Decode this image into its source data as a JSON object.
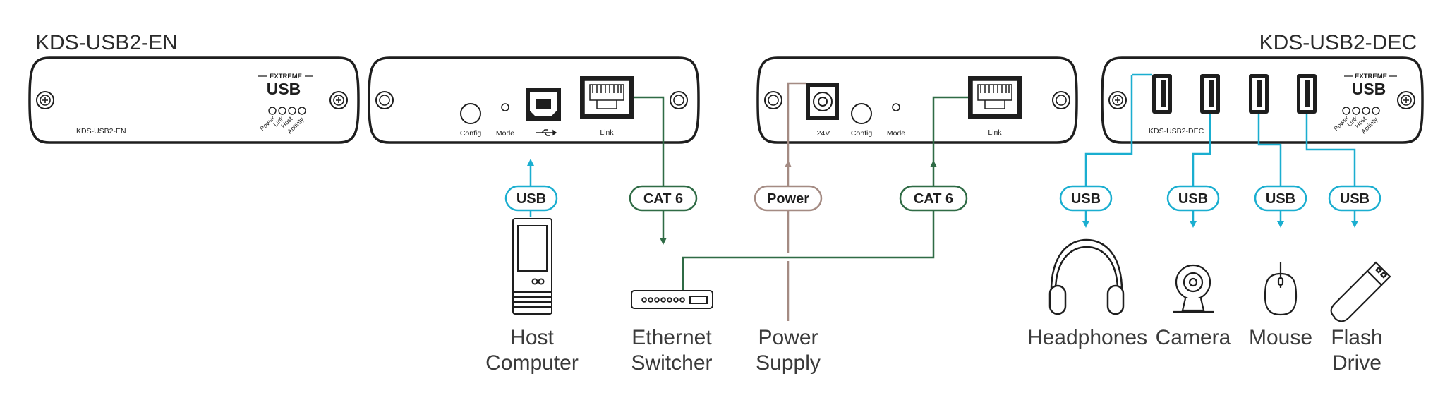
{
  "encoder": {
    "title": "KDS-USB2-EN",
    "front_model": "KDS-USB2-EN",
    "logo_top": "EXTREME",
    "logo_main": "USB",
    "led_labels": [
      "Power",
      "Link",
      "Host",
      "Activity"
    ],
    "rear_labels": {
      "config": "Config",
      "mode": "Mode",
      "link": "Link"
    }
  },
  "decoder": {
    "title": "KDS-USB2-DEC",
    "front_model": "KDS-USB2-DEC",
    "logo_top": "EXTREME",
    "logo_main": "USB",
    "led_labels": [
      "Power",
      "Link",
      "Host",
      "Activity"
    ],
    "rear_labels": {
      "power_port": "24V",
      "config": "Config",
      "mode": "Mode",
      "link": "Link"
    }
  },
  "badges": {
    "usb": "USB",
    "cat6": "CAT 6",
    "power": "Power"
  },
  "devices": {
    "host_computer": [
      "Host",
      "Computer"
    ],
    "ethernet_switcher": [
      "Ethernet",
      "Switcher"
    ],
    "power_supply": [
      "Power",
      "Supply"
    ],
    "headphones": [
      "Headphones"
    ],
    "camera": [
      "Camera"
    ],
    "mouse": [
      "Mouse"
    ],
    "flash_drive": [
      "Flash",
      "Drive"
    ]
  },
  "colors": {
    "usb": "#1aaed0",
    "cat6": "#2f6b45",
    "power": "#a48b83",
    "outline": "#1e1e1e"
  }
}
